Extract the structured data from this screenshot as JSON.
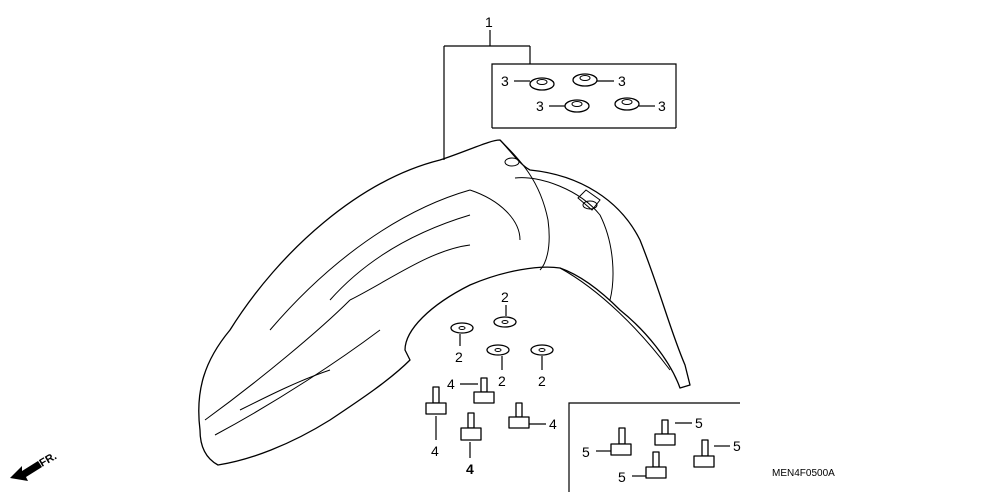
{
  "diagram": {
    "callouts": {
      "c1": "1",
      "c2a": "2",
      "c2b": "2",
      "c2c": "2",
      "c2d": "2",
      "c3a": "3",
      "c3b": "3",
      "c3c": "3",
      "c3d": "3",
      "c4a": "4",
      "c4b": "4",
      "c4c": "4",
      "c4d": "4",
      "c5a": "5",
      "c5b": "5",
      "c5c": "5",
      "c5d": "5"
    },
    "direction_label": "FR.",
    "diagram_code": "MEN4F0500A"
  }
}
